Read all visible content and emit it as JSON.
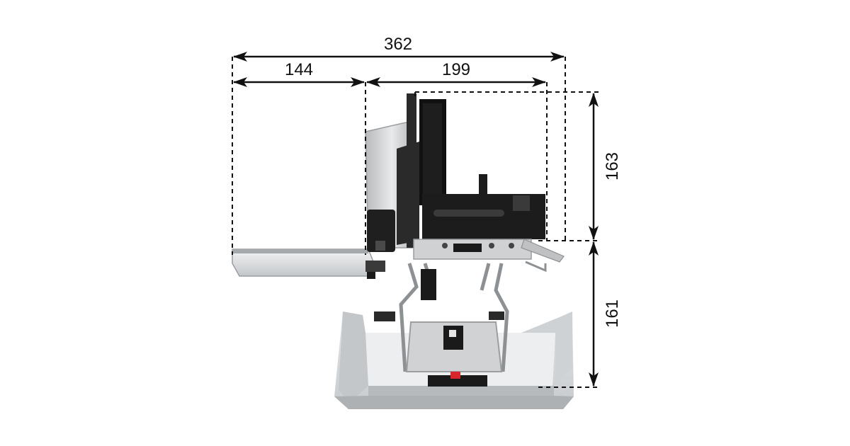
{
  "diagram": {
    "dimensions": {
      "overall_width": "362",
      "tray_extension": "144",
      "slicer_width": "199",
      "slicer_height": "163",
      "base_height": "161"
    },
    "colors": {
      "line": "#111111",
      "base": "#d7d9dc",
      "base_shadow": "#b9bcc0",
      "metal": "#c9cbcd",
      "metal_dark": "#8e9194",
      "black": "#1a1a1a",
      "accent": "#d8262c"
    }
  }
}
